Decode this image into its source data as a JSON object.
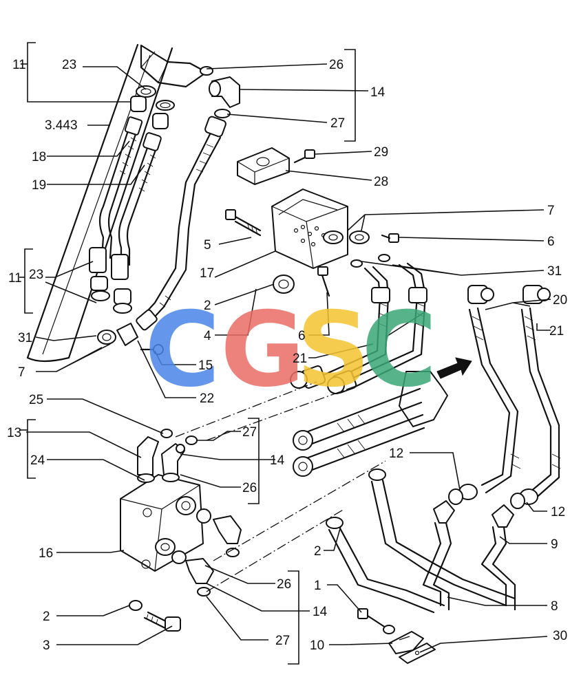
{
  "labels": {
    "l11a": "11",
    "l23a": "23",
    "l3443": "3.443",
    "l18": "18",
    "l19": "19",
    "l26a": "26",
    "l14a": "14",
    "l27a": "27",
    "l29": "29",
    "l28": "28",
    "l7a": "7",
    "l6a": "6",
    "l5": "5",
    "l17": "17",
    "l31a": "31",
    "l11b": "11",
    "l23b": "23",
    "l2a": "2",
    "l20": "20",
    "l4": "4",
    "l21a": "21",
    "l6b": "6",
    "l31b": "31",
    "l7b": "7",
    "l15": "15",
    "l21b": "21",
    "l22": "22",
    "l25": "25",
    "l27b": "27",
    "l13": "13",
    "l14b": "14",
    "l24": "24",
    "l12a": "12",
    "l26b": "26",
    "l12b": "12",
    "l16": "16",
    "l9": "9",
    "l2b": "2",
    "l1": "1",
    "l26c": "26",
    "l14c": "14",
    "l8": "8",
    "l2c": "2",
    "l3": "3",
    "l27c": "27",
    "l10": "10",
    "l30": "30"
  },
  "watermark": {
    "letters": [
      "C",
      "G",
      "S",
      "C"
    ],
    "colors": [
      "#4a86e8",
      "#ea6c66",
      "#f4c430",
      "#3aa776"
    ]
  }
}
